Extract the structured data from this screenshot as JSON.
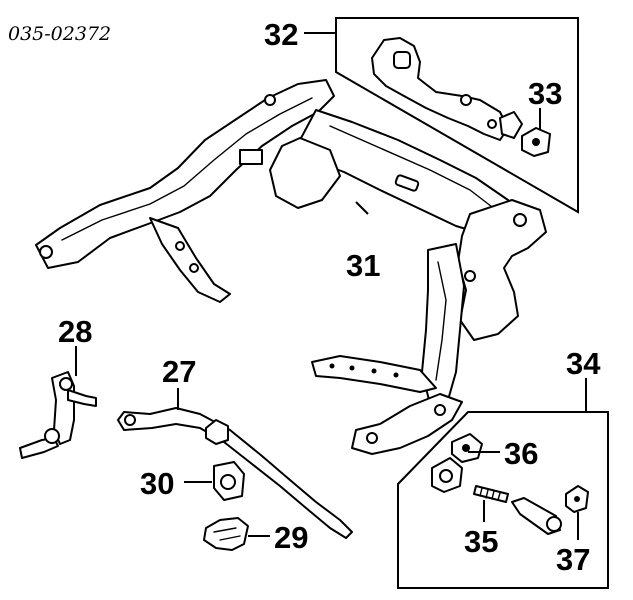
{
  "diagram_code": "035-02372",
  "callouts": {
    "c27": "27",
    "c28": "28",
    "c29": "29",
    "c30": "30",
    "c31": "31",
    "c32": "32",
    "c33": "33",
    "c34": "34",
    "c35": "35",
    "c36": "36",
    "c37": "37"
  }
}
